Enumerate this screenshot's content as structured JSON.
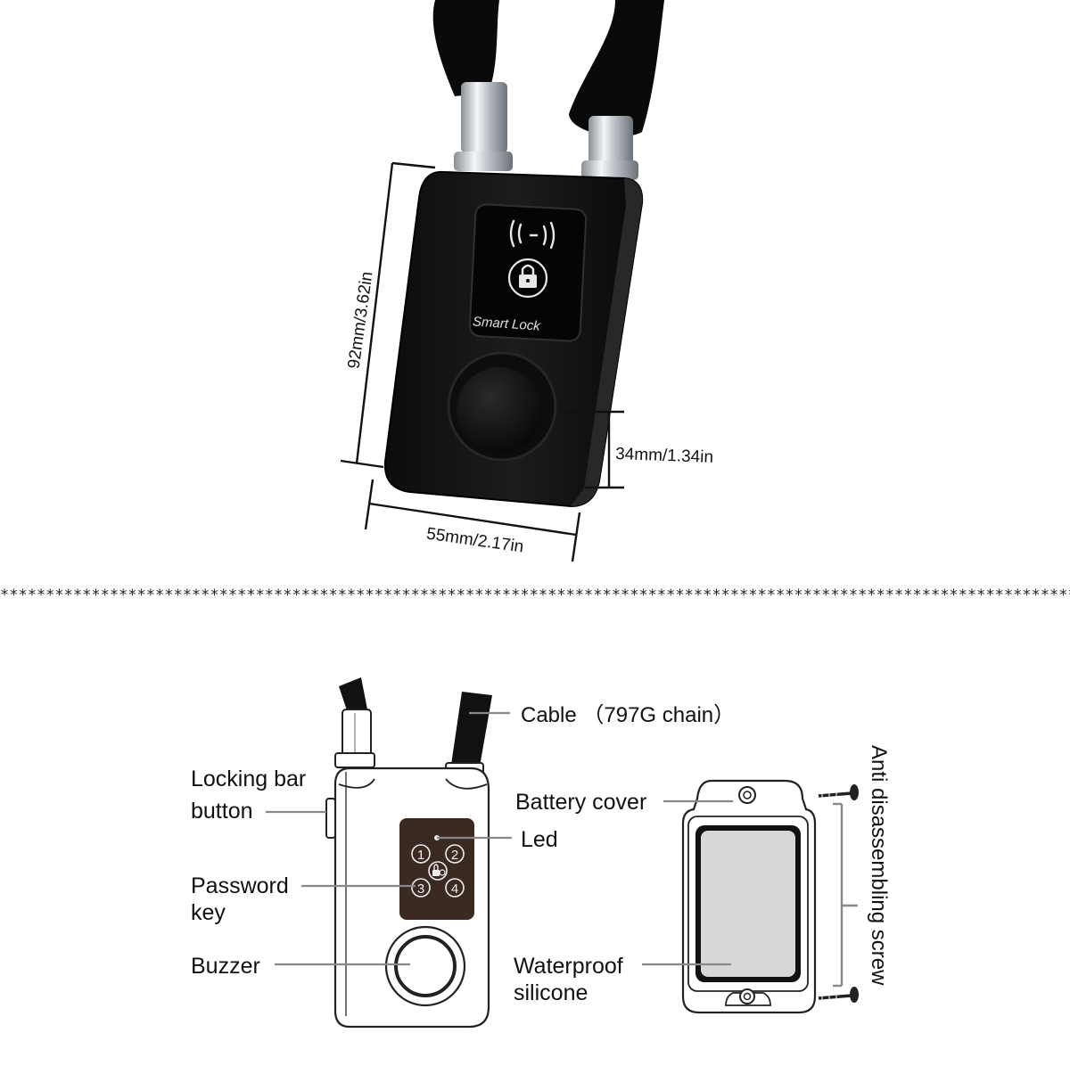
{
  "dimensions": {
    "height": "92mm/3.62in",
    "width": "55mm/2.17in",
    "speaker_offset": "34mm/1.34in"
  },
  "device_panel": {
    "label": "Smart Lock"
  },
  "separator": "*****************************************************************************************************************************",
  "labels": {
    "cable": "Cable （797G chain）",
    "locking_bar_line1": "Locking bar",
    "locking_bar_line2": "button",
    "battery_cover": "Battery cover",
    "led": "Led",
    "password_line1": "Password",
    "password_line2": "key",
    "buzzer": "Buzzer",
    "waterproof_line1": "Waterproof",
    "waterproof_line2": "silicone",
    "anti_screw": "Anti disassembling screw"
  },
  "keypad": {
    "keys": [
      "1",
      "2",
      "3",
      "4"
    ]
  },
  "colors": {
    "lock_body": "#141414",
    "chrome": "#cfd4d8",
    "outline": "#333333",
    "leader": "#888888"
  }
}
